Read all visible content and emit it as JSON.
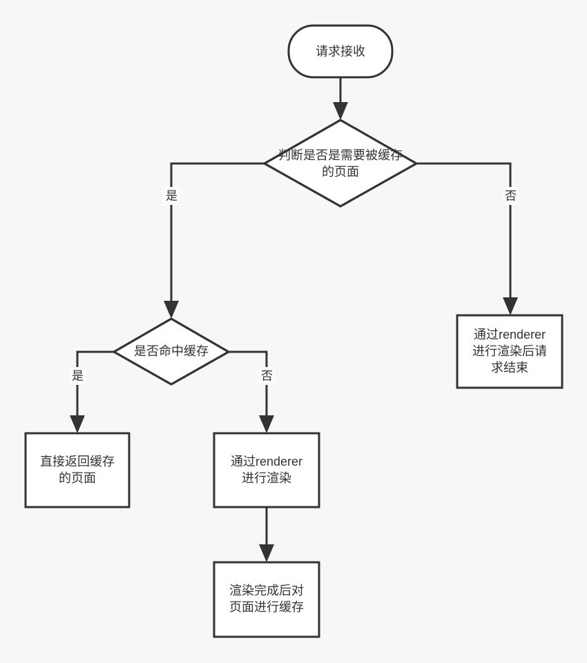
{
  "diagram": {
    "type": "flowchart",
    "title": "",
    "background_color": "#f7f7f7",
    "line_color": "#333333",
    "node_fill_color": "#ffffff",
    "text_color": "#333333",
    "nodes": [
      {
        "id": "start",
        "shape": "rounded-rectangle",
        "label": "请求接收",
        "lines": [
          "请求接收"
        ]
      },
      {
        "id": "decision-cacheable",
        "shape": "diamond",
        "label": "判断是否是需要被缓存的页面",
        "lines": [
          "判断是否是需要被缓存",
          "的页面"
        ]
      },
      {
        "id": "decision-cache-hit",
        "shape": "diamond",
        "label": "是否命中缓存",
        "lines": [
          "是否命中缓存"
        ]
      },
      {
        "id": "render-and-end",
        "shape": "rectangle",
        "label": "通过renderer进行渲染后请求结束",
        "lines": [
          "通过renderer",
          "进行渲染后请",
          "求结束"
        ]
      },
      {
        "id": "return-cached",
        "shape": "rectangle",
        "label": "直接返回缓存的页面",
        "lines": [
          "直接返回缓存",
          "的页面"
        ]
      },
      {
        "id": "render",
        "shape": "rectangle",
        "label": "通过renderer进行渲染",
        "lines": [
          "通过renderer",
          "进行渲染"
        ]
      },
      {
        "id": "cache-page",
        "shape": "rectangle",
        "label": "渲染完成后对页面进行缓存",
        "lines": [
          "渲染完成后对",
          "页面进行缓存"
        ]
      }
    ],
    "edges": [
      {
        "id": "edge-start-to-decision",
        "from": "start",
        "to": "decision-cacheable",
        "label": ""
      },
      {
        "id": "edge-cacheable-yes",
        "from": "decision-cacheable",
        "to": "decision-cache-hit",
        "label": "是"
      },
      {
        "id": "edge-cacheable-no",
        "from": "decision-cacheable",
        "to": "render-and-end",
        "label": "否"
      },
      {
        "id": "edge-cachehit-yes",
        "from": "decision-cache-hit",
        "to": "return-cached",
        "label": "是"
      },
      {
        "id": "edge-cachehit-no",
        "from": "decision-cache-hit",
        "to": "render",
        "label": "否"
      },
      {
        "id": "edge-render-to-cache",
        "from": "render",
        "to": "cache-page",
        "label": ""
      }
    ]
  }
}
